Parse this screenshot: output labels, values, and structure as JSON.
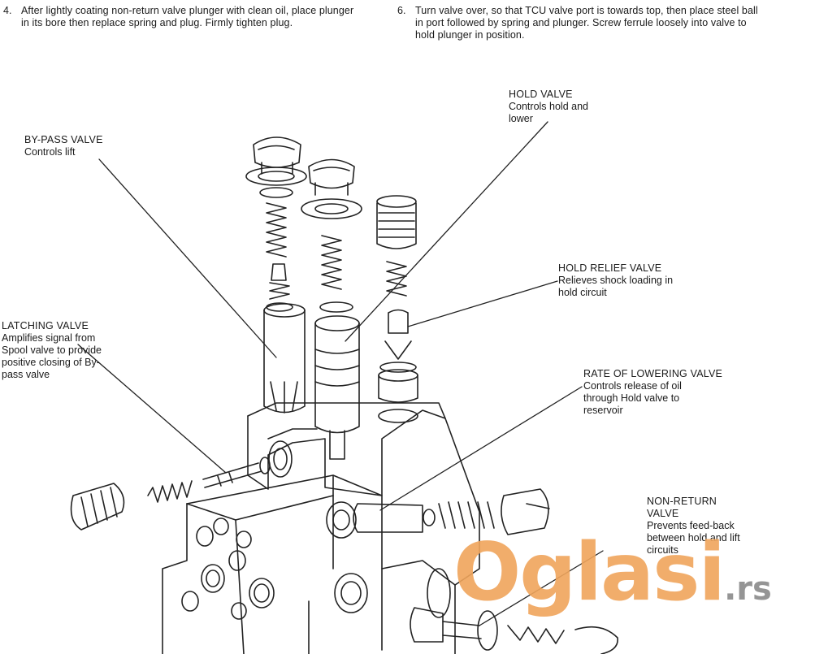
{
  "steps": [
    {
      "number": "4.",
      "text": "After lightly coating non-return valve plunger with clean oil, place plunger in its bore then replace spring and plug. Firmly tighten plug."
    },
    {
      "number": "6.",
      "text": "Turn valve over, so that TCU valve port is towards top, then place steel ball in port followed by spring and plunger. Screw ferrule loosely into valve to hold plunger in position."
    }
  ],
  "callouts": {
    "bypass": {
      "title": "BY-PASS VALVE",
      "description": "Controls lift"
    },
    "hold": {
      "title": "HOLD VALVE",
      "description": "Controls hold and lower"
    },
    "hold_relief": {
      "title": "HOLD RELIEF VALVE",
      "description": "Relieves shock loading in hold circuit"
    },
    "latching": {
      "title": "LATCHING VALVE",
      "description": "Amplifies signal from Spool valve to provide positive closing of By-pass valve"
    },
    "rate": {
      "title": "RATE OF LOWERING VALVE",
      "description": "Controls release of oil through Hold valve to reservoir"
    },
    "nonreturn": {
      "title": "NON-RETURN VALVE",
      "description": "Prevents feed-back between hold and lift circuits"
    }
  },
  "watermark": {
    "main": "Oglasi",
    "suffix": ".rs",
    "color": "#f0a55c"
  }
}
